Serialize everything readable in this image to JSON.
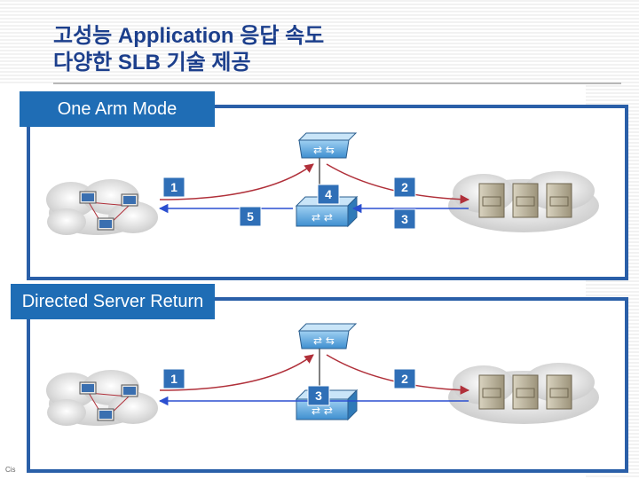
{
  "title": {
    "line1": "고성능 Application 응답 속도",
    "line2": "다양한 SLB 기술 제공"
  },
  "panels": [
    {
      "label": "One Arm Mode",
      "steps": [
        "1",
        "4",
        "5",
        "2",
        "3"
      ]
    },
    {
      "label": "Directed Server Return",
      "steps": [
        "1",
        "3",
        "2"
      ]
    }
  ],
  "footer": "Cis",
  "colors": {
    "panel_border": "#2a5fa8",
    "label_bg": "#1f6db5",
    "step_badge": "#2f6fb7",
    "arrow_blue": "#2b4fd0",
    "arrow_red": "#b0303a"
  }
}
